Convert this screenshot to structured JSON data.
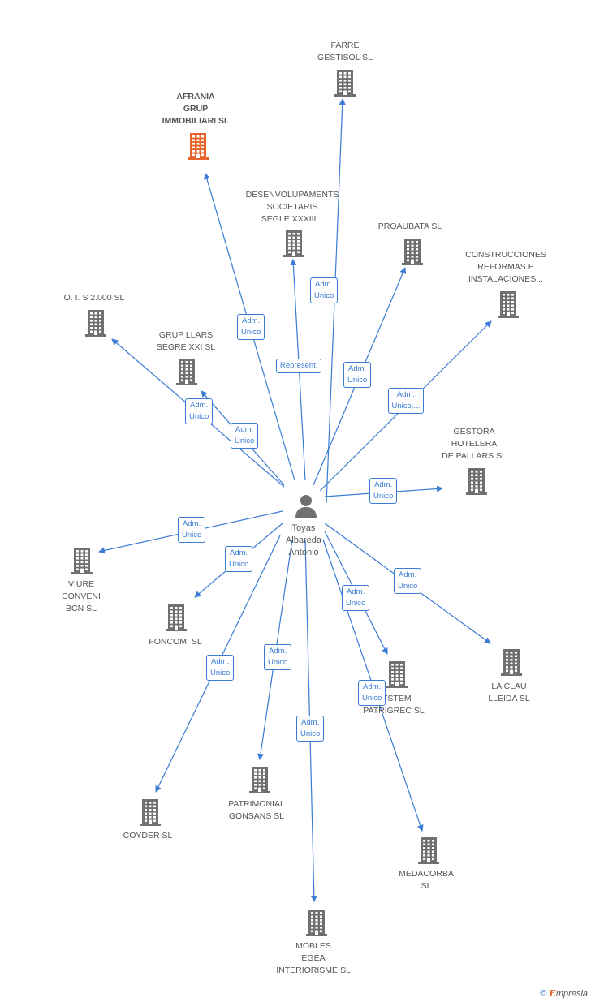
{
  "colors": {
    "edge": "#3a7bd5",
    "building": "#707070",
    "building_highlight": "#e8632b"
  },
  "center": {
    "name": "Toyas\nAlbareda\nAntonio",
    "icon": "person-icon"
  },
  "nodes": [
    {
      "id": "farre",
      "name": "FARRE\nGESTISOL SL"
    },
    {
      "id": "afrania",
      "name": "AFRANIA\nGRUP\nIMMOBILIARI SL",
      "highlight": true
    },
    {
      "id": "desenvol",
      "name": "DESENVOLUPAMENTS\nSOCIETARIS\nSEGLE XXXIII..."
    },
    {
      "id": "proaubata",
      "name": "PROAUBATA SL"
    },
    {
      "id": "construcciones",
      "name": "CONSTRUCCIONES\nREFORMAS E\nINSTALACIONES..."
    },
    {
      "id": "ois",
      "name": "O. I. S 2.000 SL"
    },
    {
      "id": "grupllars",
      "name": "GRUP LLARS\nSEGRE XXI SL"
    },
    {
      "id": "gestora",
      "name": "GESTORA\nHOTELERA\nDE PALLARS SL"
    },
    {
      "id": "viure",
      "name": "VIURE\nCONVENI\nBCN SL"
    },
    {
      "id": "foncomi",
      "name": "FONCOMI SL"
    },
    {
      "id": "system",
      "name": "SYSTEM\nPATRIGREC SL"
    },
    {
      "id": "laclau",
      "name": "LA CLAU\nLLEIDA SL"
    },
    {
      "id": "coyder",
      "name": "COYDER SL"
    },
    {
      "id": "patrimonial",
      "name": "PATRIMONIAL\nGONSANS SL"
    },
    {
      "id": "medacorba",
      "name": "MEDACORBA\nSL"
    },
    {
      "id": "mobles",
      "name": "MOBLES\nEGEA\nINTERIORISME SL"
    }
  ],
  "edges": [
    {
      "to": "farre",
      "label": "Adm.\nUnico"
    },
    {
      "to": "afrania",
      "label": "Adm.\nUnico"
    },
    {
      "to": "desenvol",
      "label": "Represent."
    },
    {
      "to": "proaubata",
      "label": "Adm.\nUnico"
    },
    {
      "to": "construcciones",
      "label": "Adm.\nUnico,..."
    },
    {
      "to": "ois",
      "label": "Adm.\nUnico"
    },
    {
      "to": "grupllars",
      "label": "Adm.\nUnico"
    },
    {
      "to": "gestora",
      "label": "Adm.\nUnico"
    },
    {
      "to": "viure",
      "label": "Adm.\nUnico"
    },
    {
      "to": "foncomi",
      "label": "Adm.\nUnico"
    },
    {
      "to": "system",
      "label": "Adm.\nUnico"
    },
    {
      "to": "laclau",
      "label": "Adm.\nUnico"
    },
    {
      "to": "coyder",
      "label": "Adm.\nUnico"
    },
    {
      "to": "patrimonial",
      "label": "Adm.\nUnico"
    },
    {
      "to": "medacorba",
      "label": "Adm.\nUnico"
    },
    {
      "to": "mobles",
      "label": "Adm.\nUnico"
    }
  ],
  "footer": {
    "copyright": "©",
    "brand_initial": "E",
    "brand_rest": "mpresia"
  }
}
